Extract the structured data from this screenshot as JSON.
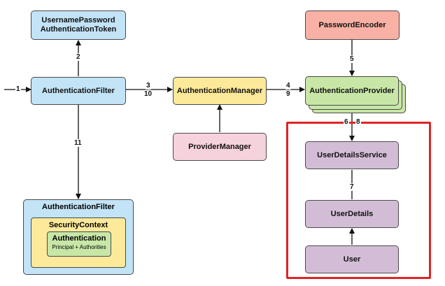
{
  "nodes": {
    "token": "UsernamePassword\nAuthenticationToken",
    "filter": "AuthenticationFilter",
    "manager": "AuthenticationManager",
    "provider_manager": "ProviderManager",
    "encoder": "PasswordEncoder",
    "provider": "AuthenticationProvider",
    "user_details_service": "UserDetailsService",
    "user_details": "UserDetails",
    "user": "User",
    "filter_bottom": "AuthenticationFilter",
    "security_context": "SecurityContext",
    "authentication": "Authentication",
    "authentication_sub": "Principal + Authorities"
  },
  "edges": {
    "e1": "1",
    "e2": "2",
    "e3": "3",
    "e10": "10",
    "e4": "4",
    "e9": "9",
    "e5": "5",
    "e6": "6",
    "e8": "8",
    "e7": "7",
    "e11": "11"
  },
  "colors": {
    "blue": "#c3e3f6",
    "yellow": "#fde99a",
    "pink": "#f6d2dc",
    "salmon": "#f8b1a4",
    "green": "#c8e7a7",
    "purple": "#d3bdd6",
    "highlight": "#e02424"
  }
}
